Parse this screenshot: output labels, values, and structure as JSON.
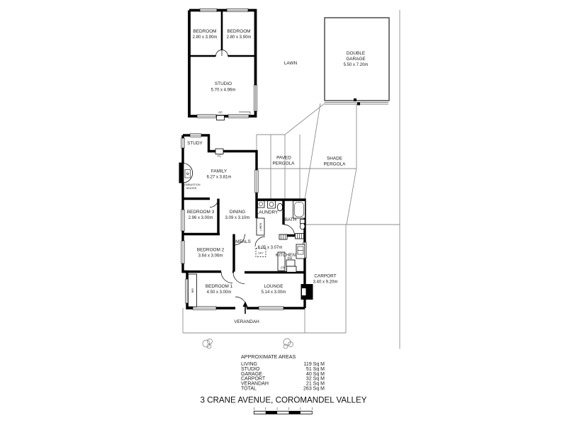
{
  "title": "3 CRANE AVENUE, COROMANDEL VALLEY",
  "colors": {
    "walls": "#000000",
    "site_lines": "#8e8e8e",
    "text": "#1c1c1c",
    "paper": "#ffffff"
  },
  "site": {
    "lawn": "LAWN",
    "double_garage": {
      "line1": "DOUBLE",
      "line2": "GARAGE",
      "dims": "5.50 x 7.20m"
    },
    "paved_pergola": {
      "line1": "PAVED",
      "line2": "PERGOLA"
    },
    "shade_pergola": {
      "line1": "SHADE",
      "line2": "PERGOLA"
    },
    "carport": {
      "name": "CARPORT",
      "dims": "3.40 x 9.20m"
    },
    "verandah": "VERANDAH"
  },
  "studio_building": {
    "bedroom_left": {
      "name": "BEDROOM",
      "dims": "2.80 x 3.90m"
    },
    "bedroom_right": {
      "name": "BEDROOM",
      "dims": "2.80 x 3.90m"
    },
    "studio": {
      "name": "STUDIO",
      "dims": "5.70 x 4.96m"
    },
    "ac": "AC"
  },
  "house": {
    "study": "STUDY",
    "ac": "AC",
    "family": {
      "name": "FAMILY",
      "dims": "6.27 x 3.81m"
    },
    "combustion_heater": {
      "line1": "COMBUSTION",
      "line2": "HEATER"
    },
    "bedroom3": {
      "name": "BEDROOM 3",
      "dims": "2.96 x 3.00m"
    },
    "dining": {
      "name": "DINING",
      "dims": "3.09 x 3.10m"
    },
    "laundry": "LAUNDRY",
    "linen": "LINEN",
    "bath": "BATH",
    "meals": "MEALS",
    "kitchen": {
      "name": "KITCHEN",
      "dims": "6.05 x 3.07m"
    },
    "skylight": "SKY",
    "dishwasher": "DW",
    "fridge": "FR",
    "bedroom2": {
      "name": "BEDROOM 2",
      "dims": "3.64 x 3.06m"
    },
    "bedroom1": {
      "name": "BEDROOM 1",
      "dims": "4.50 x 3.00m"
    },
    "robe": "BIR"
  },
  "areas": {
    "header": "APPROXIMATE AREAS",
    "rows": [
      {
        "label": "LIVING",
        "value": "119 Sq M"
      },
      {
        "label": "STUDIO",
        "value": "51 Sq M"
      },
      {
        "label": "GARAGE",
        "value": "40 Sq M"
      },
      {
        "label": "CARPORT",
        "value": "32 Sq M"
      },
      {
        "label": "VERANDAH",
        "value": "21 Sq M"
      },
      {
        "label": "TOTAL",
        "value": "263 Sq M"
      }
    ]
  }
}
